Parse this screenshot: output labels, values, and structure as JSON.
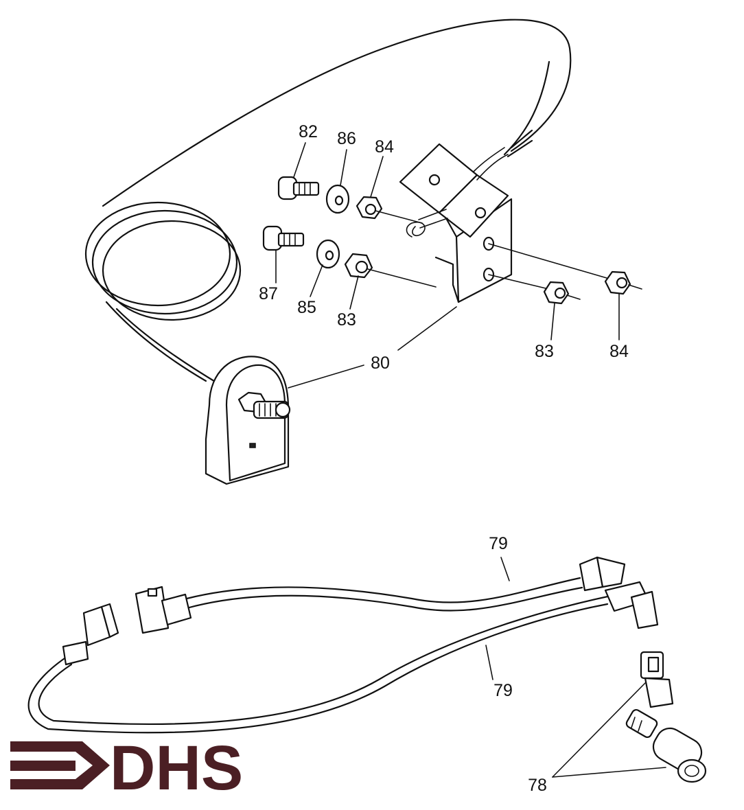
{
  "labels": {
    "p82": "82",
    "p86": "86",
    "p84_top": "84",
    "p87": "87",
    "p85": "85",
    "p83_left": "83",
    "p80": "80",
    "p83_right": "83",
    "p84_right": "84",
    "p79_upper": "79",
    "p79_lower": "79",
    "p78": "78"
  },
  "logo": {
    "text": "DHS",
    "color": "#4b1f24"
  }
}
